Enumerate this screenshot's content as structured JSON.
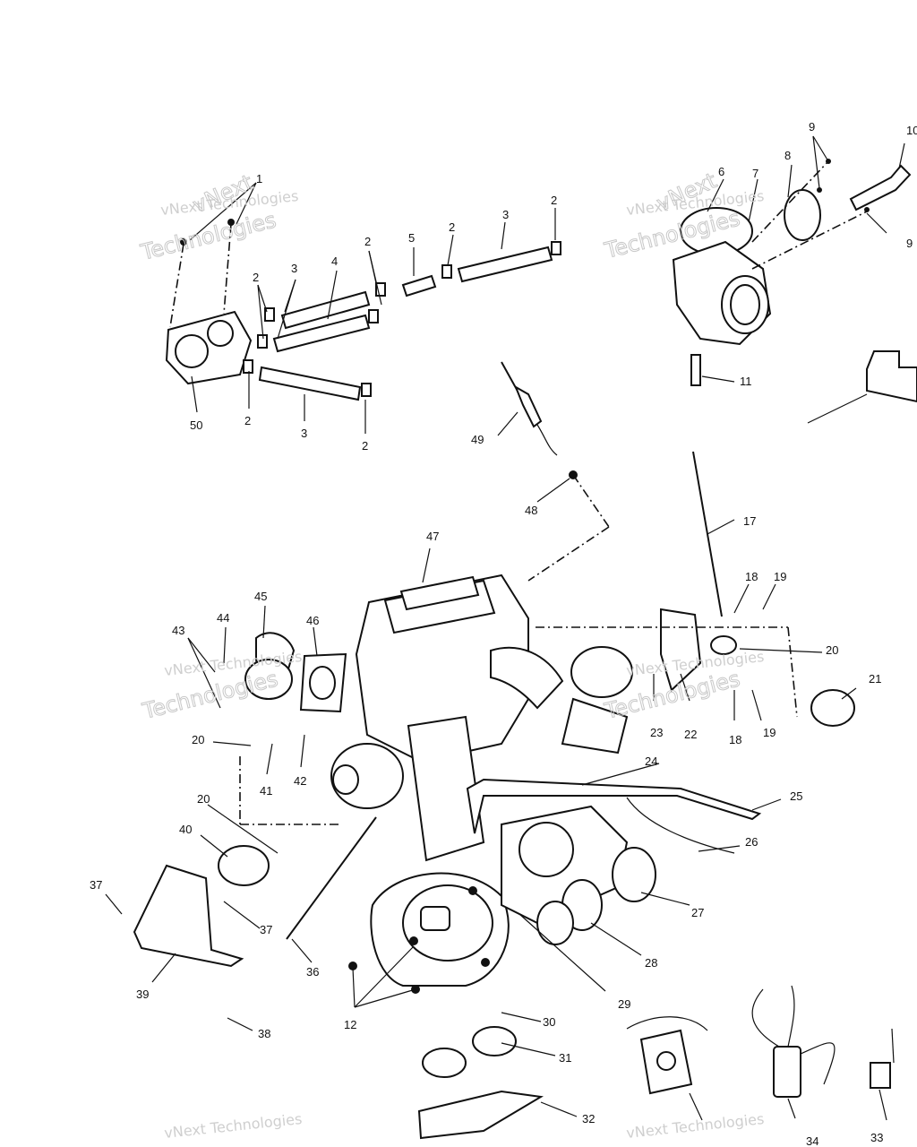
{
  "watermark": {
    "text_small": "vNext Technologies",
    "text_large": "Technologies",
    "text_top": "vNext"
  },
  "callouts": [
    "1",
    "2",
    "3",
    "4",
    "5",
    "6",
    "7",
    "8",
    "9",
    "10",
    "11",
    "12",
    "17",
    "18",
    "19",
    "20",
    "21",
    "22",
    "23",
    "24",
    "25",
    "26",
    "27",
    "28",
    "29",
    "30",
    "31",
    "32",
    "33",
    "34",
    "36",
    "37",
    "38",
    "39",
    "40",
    "41",
    "42",
    "43",
    "44",
    "45",
    "46",
    "47",
    "48",
    "49",
    "50"
  ]
}
